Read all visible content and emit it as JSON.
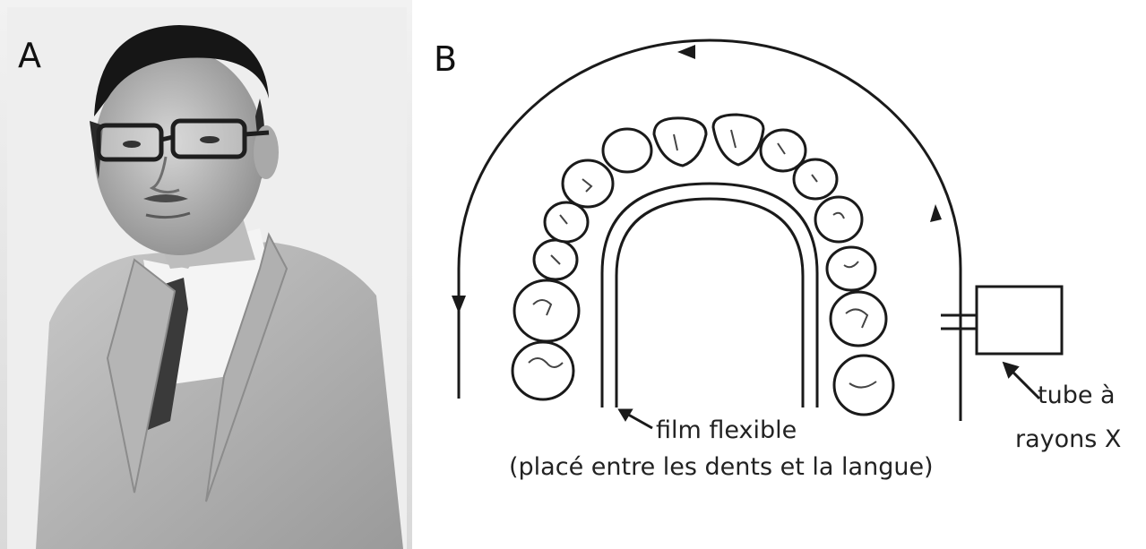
{
  "panel_a": {
    "label": "A"
  },
  "panel_b": {
    "label": "B",
    "film_label": "film flexible",
    "film_sublabel": "(placé entre les dents et la langue)",
    "tube_label_line1": "tube à",
    "tube_label_line2": "rayons X"
  }
}
